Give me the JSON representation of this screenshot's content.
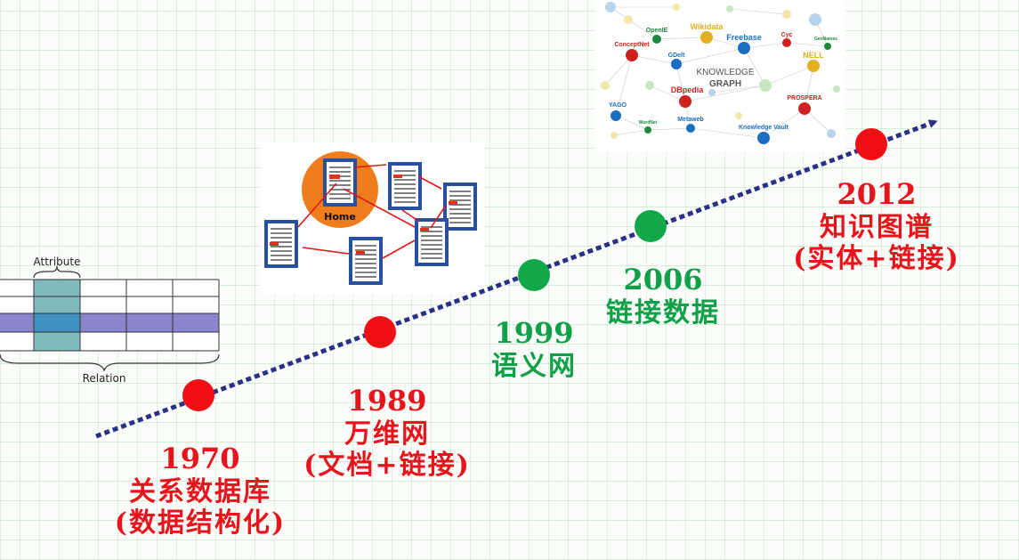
{
  "milestones": [
    {
      "year": "1970",
      "title": "关系数据库",
      "subtitle": "(数据结构化)",
      "color": "#e8141c"
    },
    {
      "year": "1989",
      "title": "万维网",
      "subtitle": "(文档+链接)",
      "color": "#e8141c"
    },
    {
      "year": "1999",
      "title": "语义网",
      "color": "#10a048"
    },
    {
      "year": "2006",
      "title": "链接数据",
      "color": "#10a048"
    },
    {
      "year": "2012",
      "title": "知识图谱",
      "subtitle": "(实体+链接)",
      "color": "#e8141c"
    }
  ],
  "relational_table": {
    "attribute_label": "Attribute",
    "relation_label": "Relation"
  },
  "web_diagram": {
    "home_label": "Home"
  },
  "knowledge_graph": {
    "center_line1": "KNOWLEDGE",
    "center_line2": "GRAPH",
    "sources": [
      "OpenIE",
      "Wikidata",
      "Freebase",
      "Cyc",
      "GeoNames",
      "ConceptNet",
      "GDelt",
      "NELL",
      "DBpedia",
      "YAGO",
      "PROSPERA",
      "WordNet",
      "Metaweb",
      "Knowledge Vault"
    ]
  },
  "colors": {
    "arrow": "#2b2f86",
    "red_dot": "#f00f14",
    "green_dot": "#12a84a",
    "web_orange": "#f07d1c",
    "doc_blue": "#2750a0"
  }
}
